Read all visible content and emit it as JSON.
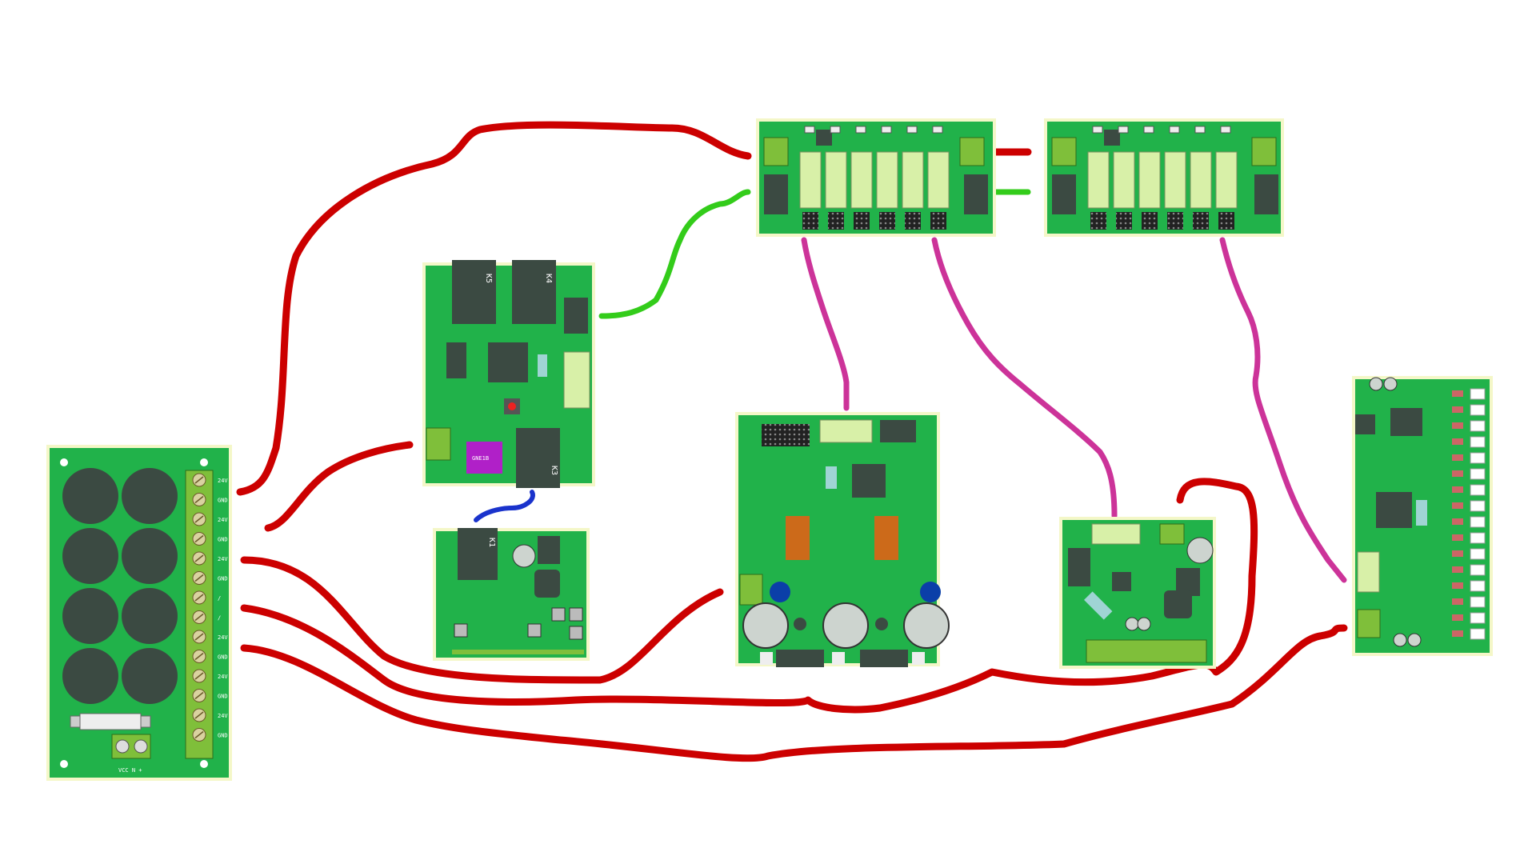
{
  "colors": {
    "pcb": "#21b24a",
    "pcb_dark": "#158a35",
    "pcb_border": "#f4f7c8",
    "component_dark": "#3b4a42",
    "connector_light": "#d8f0a8",
    "terminal": "#7fbf3a",
    "wire_power": "#cc0000",
    "wire_bus": "#33cc1a",
    "wire_signal": "#cc3399",
    "wire_link": "#1a33cc",
    "chip_magenta": "#b020c8",
    "chip_orange": "#cc6a1a"
  },
  "labels": {
    "power_terminals": [
      "24V",
      "GND",
      "24V",
      "GND",
      "24V",
      "GND",
      "/",
      "/",
      "24V",
      "GND",
      "24V",
      "GND",
      "24V",
      "GND"
    ],
    "power_footer": "VCC  N  +",
    "relay_k5": "K5",
    "relay_k4": "K4",
    "relay_k3": "K3",
    "relay_k1": "K1",
    "chip_label": "GNE1B"
  }
}
